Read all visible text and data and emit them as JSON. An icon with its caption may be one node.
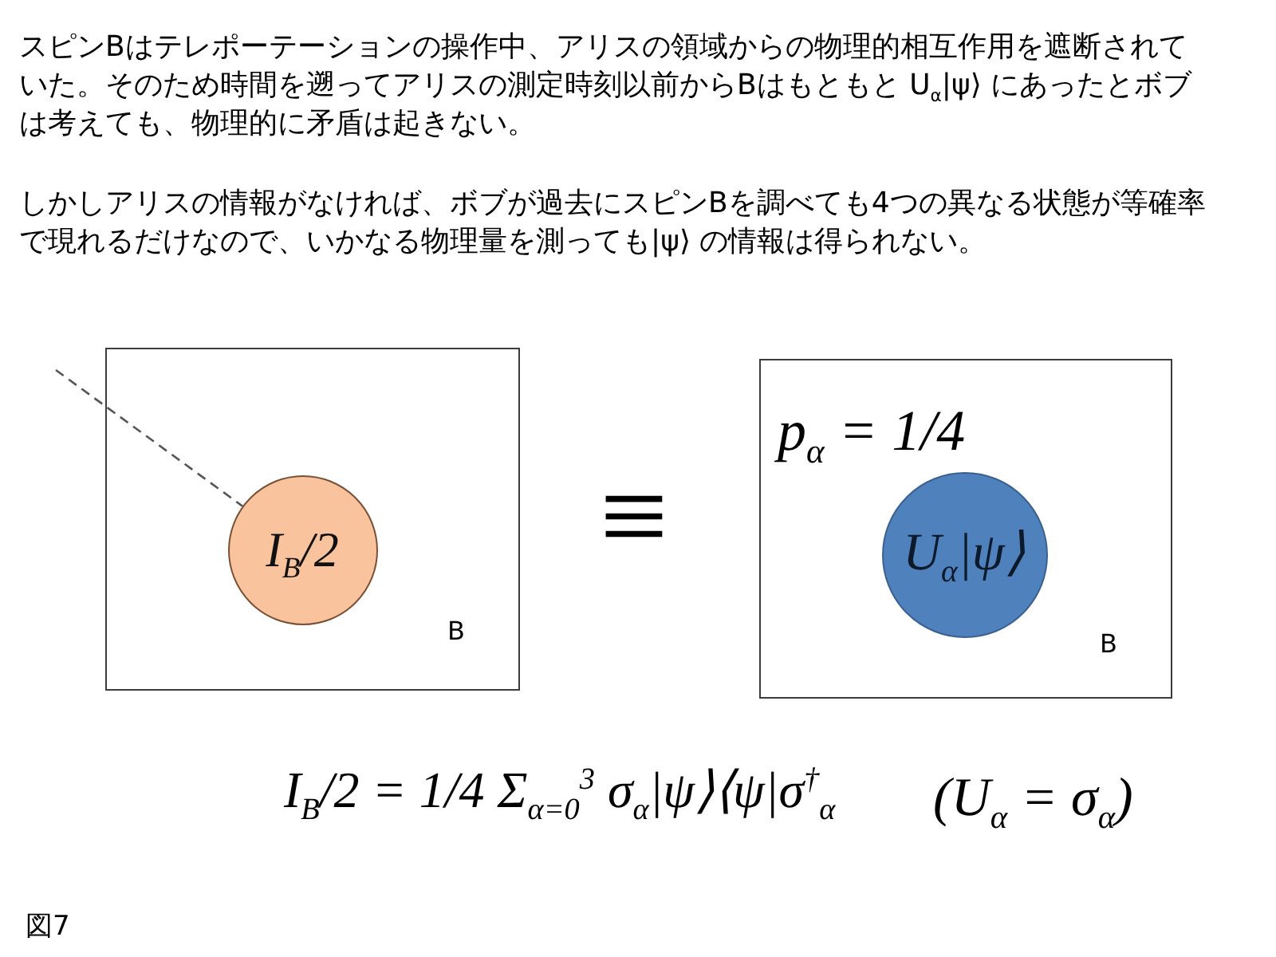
{
  "diagram": {
    "caption": "図7",
    "nodes": [
      {
        "text": [
          "B"
        ]
      },
      {
        "text": [
          "I$_{B}$/2"
        ],
        "in": 0
      },
      {
        "text": [
          "p$_{α}$ = 1/4",
          "B"
        ]
      },
      {
        "text": [
          "U$_{α}$|ψ⟩"
        ],
        "in": 2
      }
    ],
    "edges": [
      {
        "from": null,
        "to": 1,
        "arrow": "none",
        "style": "dashed"
      }
    ],
    "labels": [
      "スピンBはテレポーテーションの操作中、アリスの領域からの物理的相互作用を遮断されていた。そのため時間を遡ってアリスの測定時刻以前からBはもともと U$_{α}$|ψ⟩ にあったとボブは考えても、物理的に矛盾は起きない。",
      "しかしアリスの情報がなければ、ボブが過去にスピンBを調べても4つの異なる状態が等確率で現れるだけなので、いかなる物理量を測っても|ψ⟩ の情報は得られない。",
      "≡",
      "I$_{B}$/2 = 1/4 Σ$_{α=0}$$^{3}$ σ$_{α}$|ψ⟩⟨ψ|σ$^{†}$$_{α}$",
      "(U$_{α}$ = σ$_{α}$)"
    ]
  }
}
